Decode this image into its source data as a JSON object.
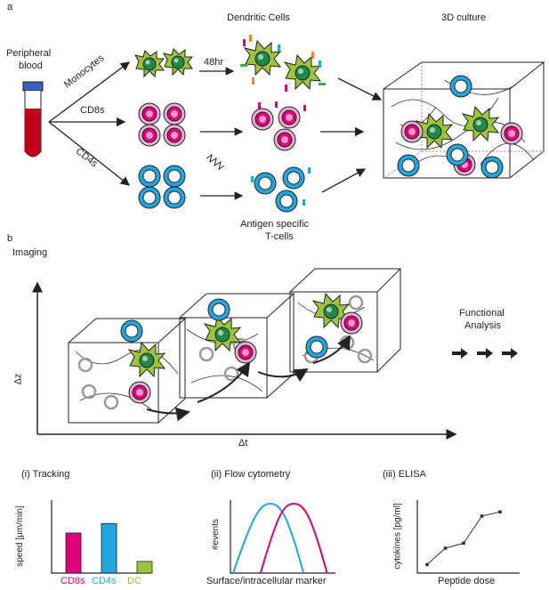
{
  "panel_a": {
    "letter": "a",
    "peripheral_line1": "Peripheral",
    "peripheral_line2": "blood",
    "dendritic_cells": "Dendritic Cells",
    "culture_3d": "3D culture",
    "monocytes": "Monocytes",
    "cd8s": "CD8s",
    "cd4s": "CD4s",
    "time_48hr": "48hr",
    "antigen_line1": "Antigen specific",
    "antigen_line2": "T-cells"
  },
  "panel_b": {
    "letter": "b",
    "imaging": "Imaging",
    "axis_z": "Δz",
    "axis_t": "Δt",
    "functional_line1": "Functional",
    "functional_line2": "Analysis"
  },
  "colors": {
    "cd8": "#e0007a",
    "cd4": "#1fa8e0",
    "dc": "#9cc43c",
    "blood": "#c0001a"
  },
  "charts": {
    "tracking": {
      "title": "(i) Tracking",
      "ylabel": "speed [µm/min]",
      "chart_data": {
        "type": "bar",
        "categories": [
          "CD8s",
          "CD4s",
          "DC"
        ],
        "values": [
          0.55,
          0.68,
          0.16
        ]
      }
    },
    "flow": {
      "title": "(ii) Flow cytometry",
      "ylabel": "#events",
      "xlabel": "Surface/intracellular marker",
      "chart_data": {
        "type": "line",
        "series": [
          {
            "values": [
              0,
              0.5,
              1,
              0.5,
              0
            ],
            "x": [
              0,
              0.2,
              0.38,
              0.56,
              0.72
            ]
          },
          {
            "values": [
              0,
              0.5,
              1,
              0.5,
              0
            ],
            "x": [
              0.28,
              0.45,
              0.62,
              0.8,
              0.96
            ]
          }
        ]
      }
    },
    "elisa": {
      "title": "(iii) ELISA",
      "ylabel": "cytokines [pg/ml]",
      "xlabel": "Peptide dose",
      "chart_data": {
        "type": "line",
        "x": [
          1,
          2,
          3,
          4,
          5
        ],
        "values": [
          0.12,
          0.35,
          0.42,
          0.8,
          0.86
        ]
      }
    }
  }
}
